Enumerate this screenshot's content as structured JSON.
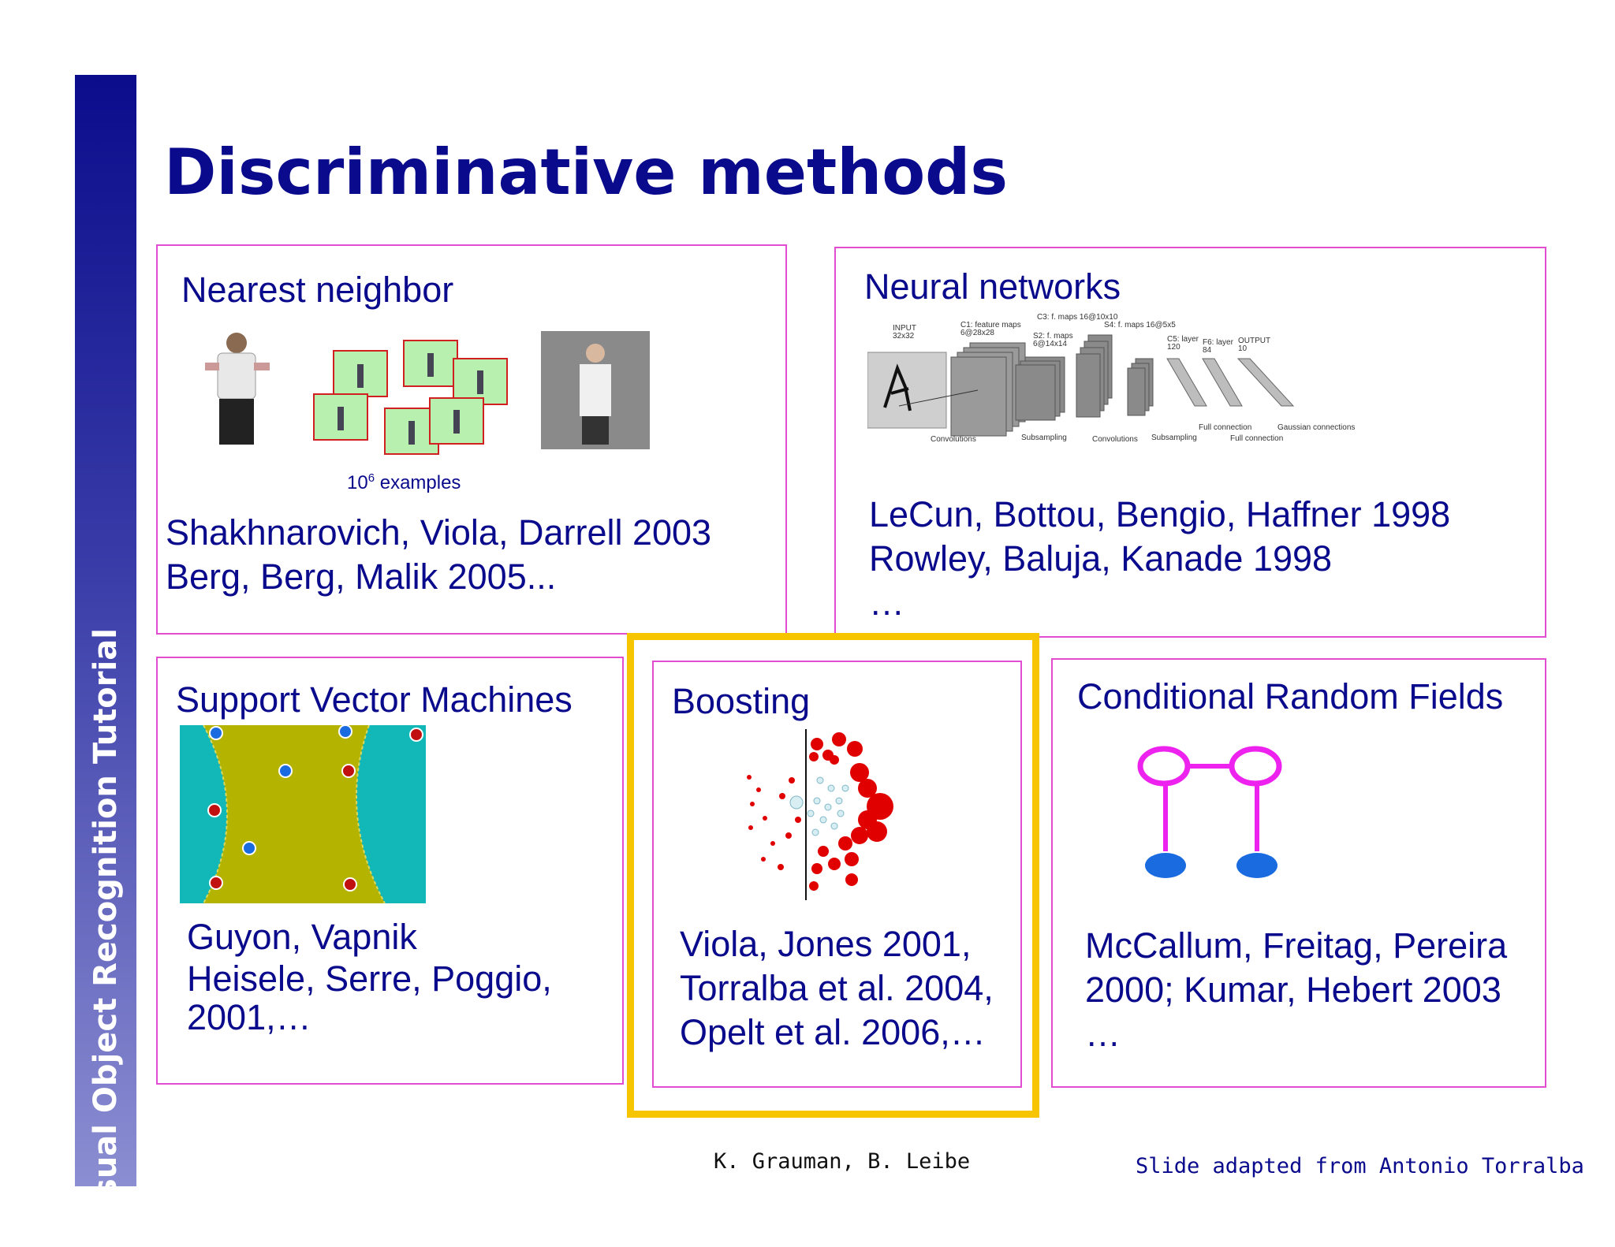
{
  "sidebar": {
    "label": "Visual Object Recognition Tutorial"
  },
  "slide": {
    "title": "Discriminative methods"
  },
  "panels": {
    "nearest_neighbor": {
      "title": "Nearest neighbor",
      "caption_base": "10",
      "caption_exp": "6",
      "caption_rest": " examples",
      "refs": [
        "Shakhnarovich, Viola, Darrell 2003",
        "Berg, Berg, Malik 2005..."
      ]
    },
    "neural_networks": {
      "title": "Neural networks",
      "refs": [
        "LeCun, Bottou, Bengio, Haffner 1998",
        "Rowley, Baluja, Kanade 1998",
        "…"
      ],
      "diagram_labels": {
        "input": "INPUT",
        "input_size": "32x32",
        "c1": "C1: feature maps",
        "c1_size": "6@28x28",
        "s2": "S2: f. maps",
        "s2_size": "6@14x14",
        "c3": "C3: f. maps 16@10x10",
        "s4": "S4: f. maps 16@5x5",
        "c5": "C5: layer",
        "c5_size": "120",
        "f6": "F6: layer",
        "f6_size": "84",
        "output": "OUTPUT",
        "output_size": "10",
        "conv1": "Convolutions",
        "sub1": "Subsampling",
        "conv2": "Convolutions",
        "sub2": "Subsampling",
        "full1": "Full connection",
        "full2": "Full connection",
        "gauss": "Gaussian connections"
      }
    },
    "svm": {
      "title": "Support Vector Machines",
      "refs": [
        "Guyon, Vapnik",
        "Heisele, Serre, Poggio,",
        "2001,…"
      ]
    },
    "boosting": {
      "title": "Boosting",
      "refs": [
        "Viola, Jones 2001,",
        "Torralba et al. 2004,",
        "Opelt et al. 2006,…"
      ]
    },
    "crf": {
      "title": "Conditional Random Fields",
      "refs": [
        "McCallum, Freitag, Pereira",
        "2000; Kumar, Hebert 2003",
        "…"
      ]
    }
  },
  "footer": {
    "authors": "K. Grauman, B. Leibe",
    "credit": "Slide adapted from Antonio Torralba"
  },
  "colors": {
    "title": "#0a0a8c",
    "panel_border": "#e24cd0",
    "highlight": "#f7c500",
    "crf_edge": "#ee22ee",
    "crf_node": "#1a6be0",
    "boost_red": "#e00000",
    "svm_margin": "#b3b300",
    "svm_bg": "#12b8b8"
  }
}
